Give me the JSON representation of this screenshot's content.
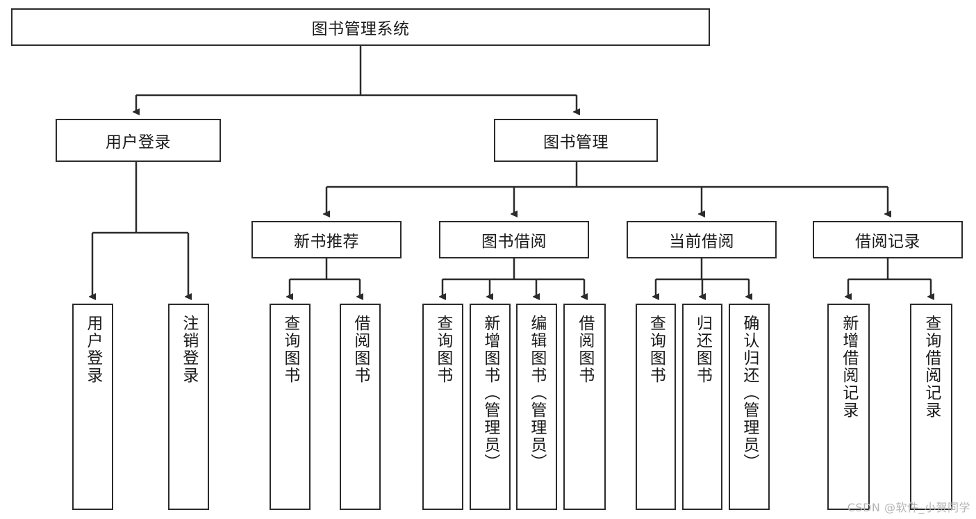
{
  "diagram": {
    "title_node": {
      "label": "图书管理系统"
    },
    "level1": [
      {
        "id": "user-login",
        "label": "用户登录"
      },
      {
        "id": "book-management",
        "label": "图书管理"
      }
    ],
    "level2": [
      {
        "id": "new-book-recommend",
        "label": "新书推荐"
      },
      {
        "id": "book-borrow",
        "label": "图书借阅"
      },
      {
        "id": "current-borrow",
        "label": "当前借阅"
      },
      {
        "id": "borrow-record",
        "label": "借阅记录"
      }
    ],
    "leaves": [
      {
        "id": "leaf-user-login",
        "label": "用户登录"
      },
      {
        "id": "leaf-logout-login",
        "label": "注销登录"
      },
      {
        "id": "leaf-query-book-1",
        "label": "查询图书"
      },
      {
        "id": "leaf-borrow-book-1",
        "label": "借阅图书"
      },
      {
        "id": "leaf-query-book-2",
        "label": "查询图书"
      },
      {
        "id": "leaf-add-book-admin",
        "label": "新增图书（管理员）"
      },
      {
        "id": "leaf-edit-book-admin",
        "label": "编辑图书（管理员）"
      },
      {
        "id": "leaf-borrow-book-2",
        "label": "借阅图书"
      },
      {
        "id": "leaf-query-book-3",
        "label": "查询图书"
      },
      {
        "id": "leaf-return-book",
        "label": "归还图书"
      },
      {
        "id": "leaf-confirm-return-admin",
        "label": "确认归还（管理员）"
      },
      {
        "id": "leaf-add-borrow-record",
        "label": "新增借阅记录"
      },
      {
        "id": "leaf-query-borrow-record",
        "label": "查询借阅记录"
      }
    ],
    "watermark": "CSDN @软件_小贺同学",
    "colors": {
      "stroke": "#2b2b2b",
      "background": "#ffffff",
      "text": "#1a1a1a",
      "watermark": "#b4b4b4"
    }
  }
}
